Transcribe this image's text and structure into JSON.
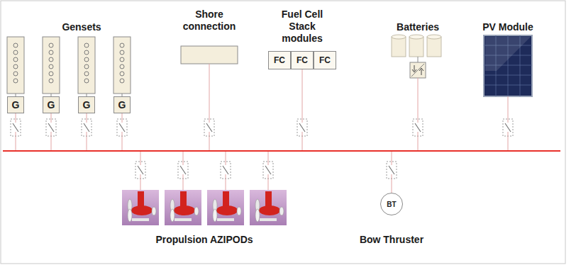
{
  "diagram": {
    "nodes": [
      {
        "text": [
          "G"
        ]
      },
      {
        "text": [
          "G"
        ]
      },
      {
        "text": [
          "G"
        ]
      },
      {
        "text": [
          "G"
        ]
      },
      {
        "text": [
          "FC"
        ]
      },
      {
        "text": [
          "FC"
        ]
      },
      {
        "text": [
          "FC"
        ]
      },
      {
        "text": [
          "BT"
        ]
      }
    ],
    "labels": [
      "Gensets",
      "Shore connection",
      "Fuel Cell Stack modules",
      "Batteries",
      "PV Module",
      "Propulsion AZIPODs",
      "Bow Thruster"
    ]
  }
}
